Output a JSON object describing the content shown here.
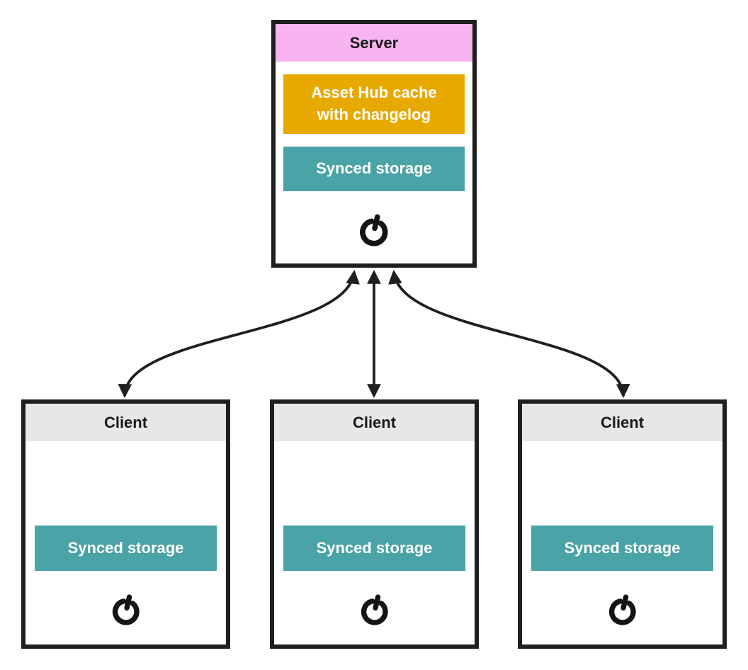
{
  "diagram": {
    "server": {
      "title": "Server",
      "cache_label": "Asset Hub cache\nwith changelog",
      "storage_label": "Synced storage",
      "power_icon": "power-icon"
    },
    "clients": [
      {
        "title": "Client",
        "storage_label": "Synced storage",
        "power_icon": "power-icon"
      },
      {
        "title": "Client",
        "storage_label": "Synced storage",
        "power_icon": "power-icon"
      },
      {
        "title": "Client",
        "storage_label": "Synced storage",
        "power_icon": "power-icon"
      }
    ],
    "arrows": [
      {
        "from": "Client (left)",
        "to": "Server",
        "bidirectional": true
      },
      {
        "from": "Client (middle)",
        "to": "Server",
        "bidirectional": true
      },
      {
        "from": "Client (right)",
        "to": "Server",
        "bidirectional": true
      }
    ],
    "colors": {
      "server_header": "#f8b4f1",
      "cache_box": "#e7a900",
      "storage_box": "#4aa3a6",
      "client_header": "#e7e7e6",
      "outline": "#1f1f1f",
      "arrow": "#1f1f1f",
      "background": "#ffffff",
      "text_dark": "#1a1a1a",
      "text_light": "#ffffff"
    }
  }
}
